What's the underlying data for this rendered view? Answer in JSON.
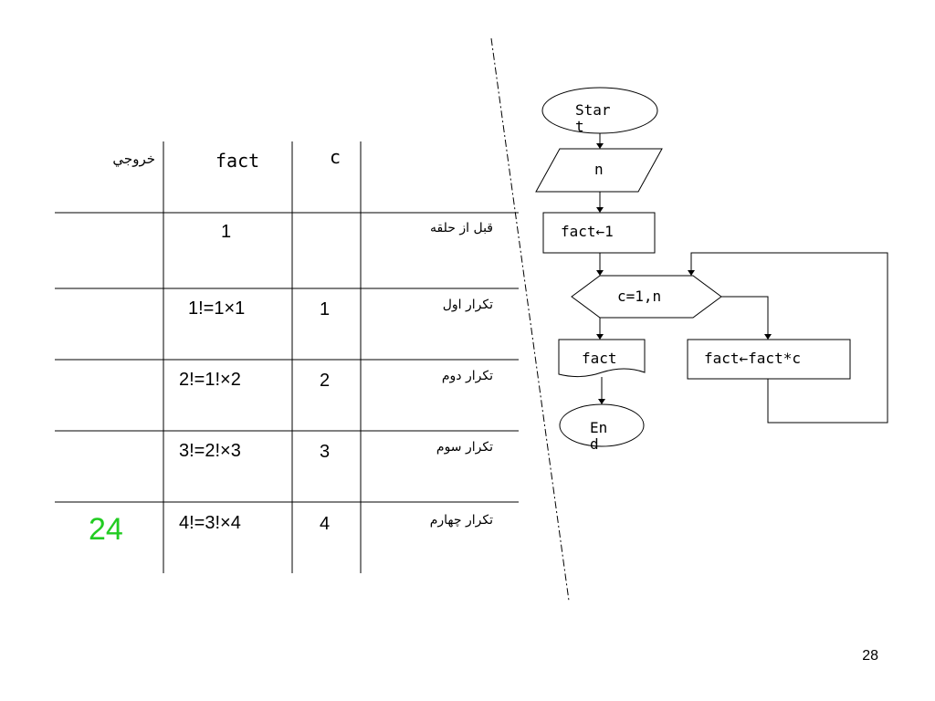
{
  "table": {
    "headers": {
      "output": "خروجي",
      "fact": "fact",
      "c": "c",
      "label": ""
    },
    "rows": [
      {
        "label": "قبل از حلقه",
        "c": "",
        "fact": "1",
        "output": ""
      },
      {
        "label": "تکرار اول",
        "c": "1",
        "fact": "1!=1×1",
        "output": ""
      },
      {
        "label": "تکرار دوم",
        "c": "2",
        "fact": "2!=1!×2",
        "output": ""
      },
      {
        "label": "تکرار سوم",
        "c": "3",
        "fact": "3!=2!×3",
        "output": ""
      },
      {
        "label": "تکرار چهارم",
        "c": "4",
        "fact": "4!=3!×4",
        "output": "24"
      }
    ],
    "output_color": "#22cc22"
  },
  "flowchart": {
    "start": "Star\nt",
    "input": "n",
    "init": "fact←1",
    "loop": "c=1,n",
    "output": "fact",
    "body": "fact←fact*c",
    "end": "En\nd"
  },
  "page_number": "28"
}
